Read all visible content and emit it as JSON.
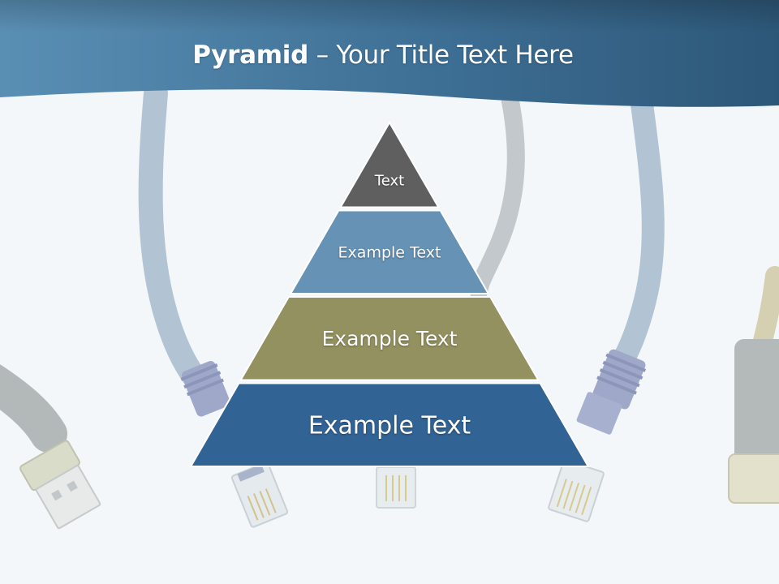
{
  "slide": {
    "title_bold": "Pyramid",
    "title_rest": " – Your Title Text Here"
  },
  "pyramid": {
    "tiers": [
      {
        "label": "Text",
        "color": "#5f5f5f"
      },
      {
        "label": "Example Text",
        "color": "#6592b5"
      },
      {
        "label": "Example Text",
        "color": "#939160"
      },
      {
        "label": "Example Text",
        "color": "#326395"
      }
    ]
  },
  "colors": {
    "header_dark": "#2d5778",
    "header_light": "#5a8fb4",
    "background": "#f3f7f9",
    "cable": "#a9bccd",
    "cable_gray": "#c4c9cc"
  }
}
